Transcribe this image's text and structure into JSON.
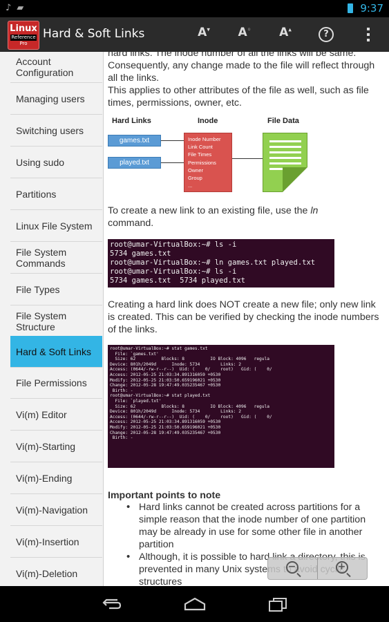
{
  "status_bar": {
    "time": "9:37"
  },
  "app": {
    "logo": {
      "line1": "Linux",
      "line2": "Reference",
      "line3": "Pro"
    },
    "title": "Hard & Soft Links",
    "icons": [
      "font-decrease-icon",
      "font-default-icon",
      "font-increase-icon",
      "help-icon",
      "overflow-menu-icon"
    ]
  },
  "sidebar": {
    "items": [
      {
        "label": "Account Configuration"
      },
      {
        "label": "Managing users"
      },
      {
        "label": "Switching users"
      },
      {
        "label": "Using sudo"
      },
      {
        "label": "Partitions"
      },
      {
        "label": "Linux File System"
      },
      {
        "label": "File System Commands"
      },
      {
        "label": "File Types"
      },
      {
        "label": "File System Structure"
      },
      {
        "label": "Hard & Soft Links",
        "active": true
      },
      {
        "label": "File Permissions"
      },
      {
        "label": "Vi(m) Editor"
      },
      {
        "label": "Vi(m)-Starting"
      },
      {
        "label": "Vi(m)-Ending"
      },
      {
        "label": "Vi(m)-Navigation"
      },
      {
        "label": "Vi(m)-Insertion"
      },
      {
        "label": "Vi(m)-Deletion"
      }
    ]
  },
  "content": {
    "p1_cut": "hard links. The inode number of all the links will be same.",
    "p1": "Consequently, any change made to the file will reflect through all the links.",
    "p2": "This applies to other attributes of the file as well, such as file times, permissions, owner, etc.",
    "diagram": {
      "head_links": "Hard Links",
      "head_inode": "Inode",
      "head_data": "File Data",
      "file1": "games.txt",
      "file2": "played.txt",
      "inode_fields": [
        "Inode Number",
        "Link Count",
        "File Times",
        "Permissions",
        "Owner",
        "Group",
        "..."
      ]
    },
    "p3_a": "To create a new link to an existing file, use the ",
    "p3_cmd": "ln",
    "p3_b": " command.",
    "term1": "root@umar-VirtualBox:~# ls -i\n5734 games.txt\nroot@umar-VirtualBox:~# ln games.txt played.txt\nroot@umar-VirtualBox:~# ls -i\n5734 games.txt  5734 played.txt",
    "p4": "Creating a hard link does NOT create a new file; only new link is created. This can be verified by checking the inode numbers of the links.",
    "term2": "root@umar-VirtualBox:~# stat games.txt\n  File: `games.txt'\n  Size: 62          Blocks: 8          IO Block: 4096   regula\nDevice: 801h/2049d      Inode: 5734        Links: 2\nAccess: (0644/-rw-r--r--)  Uid: (    0/    root)   Gid: (    0/\nAccess: 2012-05-25 21:03:34.891316059 +0530\nModify: 2012-05-25 21:03:50.659196021 +0530\nChange: 2012-05-28 19:47:49.035235467 +0530\n Birth: -\nroot@umar-VirtualBox:~# stat played.txt\n  File: `played.txt'\n  Size: 62          Blocks: 8          IO Block: 4096   regula\nDevice: 801h/2049d      Inode: 5734        Links: 2\nAccess: (0644/-rw-r--r--)  Uid: (    0/    root)   Gid: (    0/\nAccess: 2012-05-25 21:03:34.891316059 +0530\nModify: 2012-05-25 21:03:50.659196021 +0530\nChange: 2012-05-28 19:47:49.035235467 +0530\n Birth: -",
    "points_heading": "Important points to note",
    "point1": "Hard links cannot be created across partitions for a simple reason that the inode number of one partition may be already in use for some other file in another partition",
    "point2": "Although, it is possible to hard link a directory, this is prevented in many Unix systems to avoid cyclic structures"
  }
}
